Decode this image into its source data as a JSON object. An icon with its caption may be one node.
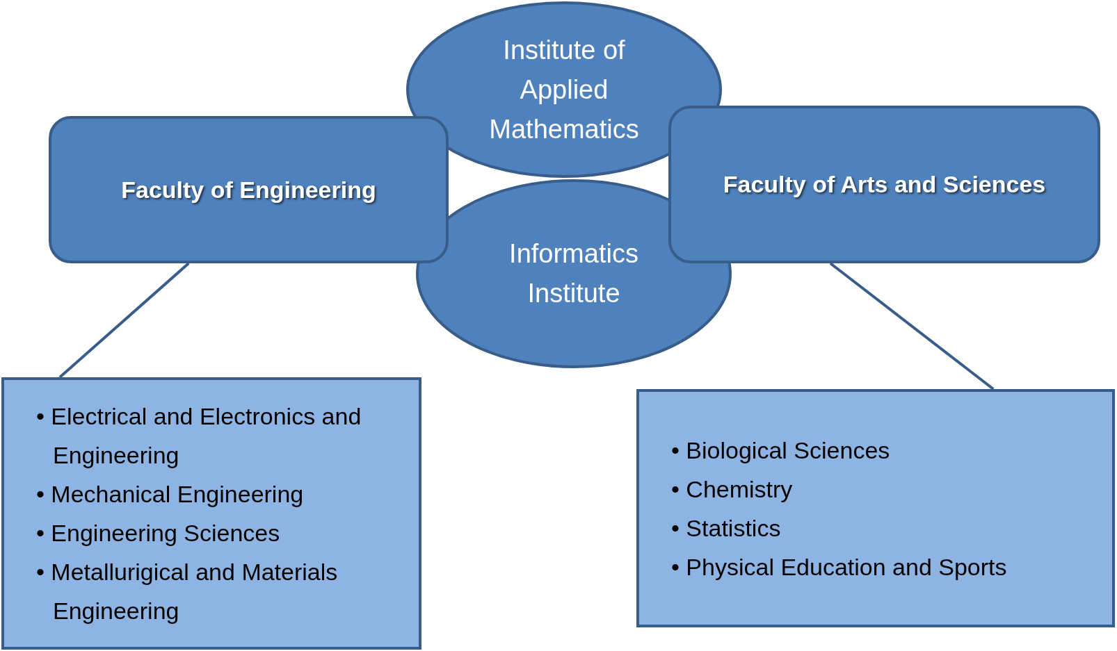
{
  "diagram": {
    "nodes": [
      {
        "text": [
          "Institute of Applied Mathematics"
        ]
      },
      {
        "text": [
          "Informatics Institute"
        ]
      },
      {
        "text": [
          "Faculty of Engineering"
        ]
      },
      {
        "text": [
          "Faculty of Arts and Sciences"
        ]
      },
      {
        "text": [
          "• Electrical and Electronics and Engineering",
          "• Mechanical Engineering",
          "• Engineering Sciences",
          "• Metallurigical and Materials Engineering"
        ]
      },
      {
        "text": [
          "• Biological Sciences",
          "• Chemistry",
          "• Statistics",
          "• Physical Education and Sports"
        ]
      }
    ],
    "edges": [
      {
        "from": 2,
        "to": 4,
        "arrow": "none"
      },
      {
        "from": 3,
        "to": 5,
        "arrow": "none"
      }
    ]
  }
}
